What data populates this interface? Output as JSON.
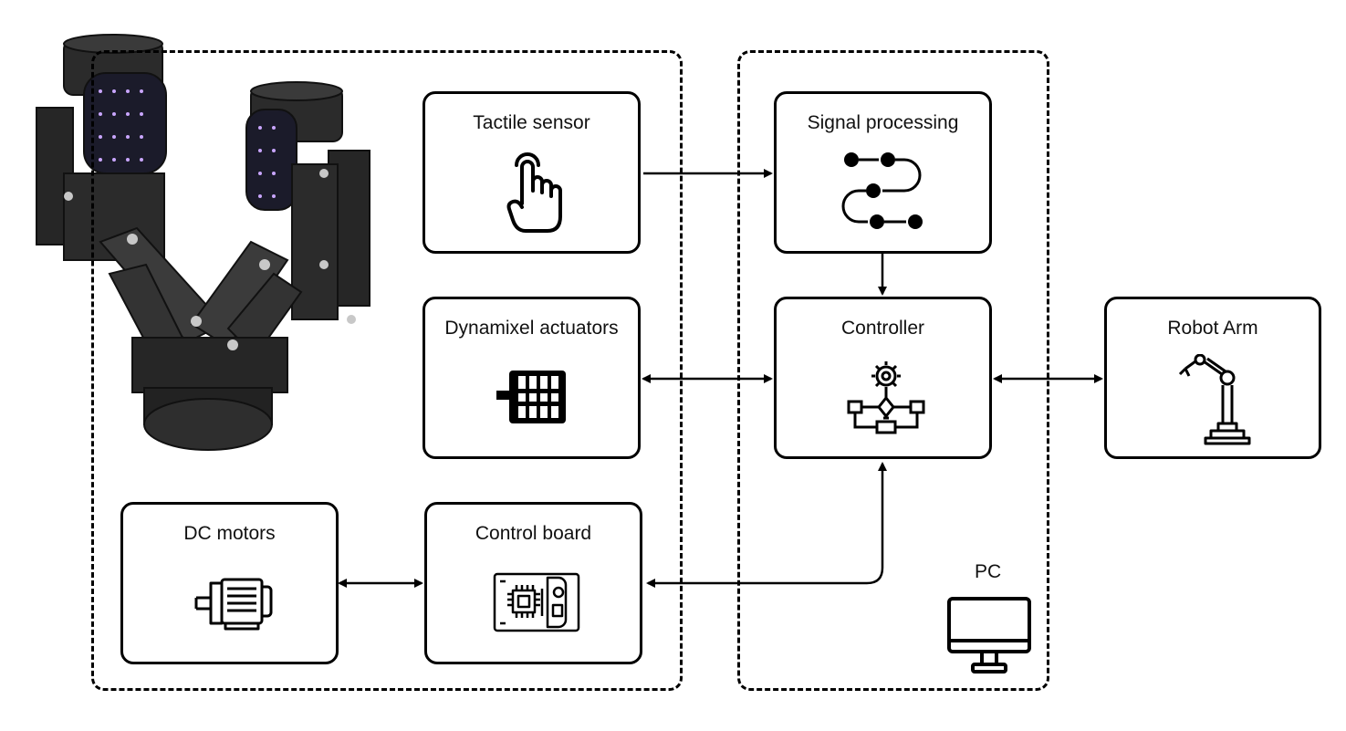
{
  "blocks": {
    "tactile_sensor": "Tactile sensor",
    "signal_processing": "Signal processing",
    "dynamixel_actuators": "Dynamixel actuators",
    "controller": "Controller",
    "robot_arm": "Robot Arm",
    "dc_motors": "DC motors",
    "control_board": "Control board"
  },
  "groups": {
    "pc": "PC"
  },
  "icons": {
    "tactile_sensor": "touch-hand-icon",
    "signal_processing": "process-flow-icon",
    "dynamixel_actuators": "servo-actuator-icon",
    "controller": "gear-flowchart-icon",
    "robot_arm": "robot-arm-icon",
    "dc_motors": "electric-motor-icon",
    "control_board": "circuit-board-icon",
    "pc": "monitor-icon"
  }
}
